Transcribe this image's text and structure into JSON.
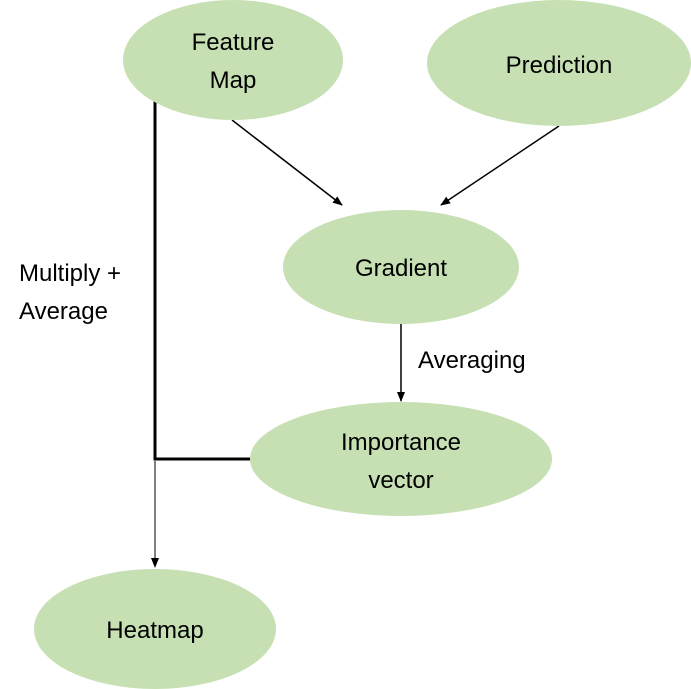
{
  "colors": {
    "node_fill": "#c6e0b4",
    "line": "#000000",
    "background": "#ffffff"
  },
  "nodes": {
    "feature_map": {
      "line1": "Feature",
      "line2": "Map"
    },
    "prediction": {
      "label": "Prediction"
    },
    "gradient": {
      "label": "Gradient"
    },
    "importance_vector": {
      "line1": "Importance",
      "line2": "vector"
    },
    "heatmap": {
      "label": "Heatmap"
    }
  },
  "edge_labels": {
    "multiply_average": {
      "line1": "Multiply +",
      "line2": "Average"
    },
    "averaging": "Averaging"
  }
}
